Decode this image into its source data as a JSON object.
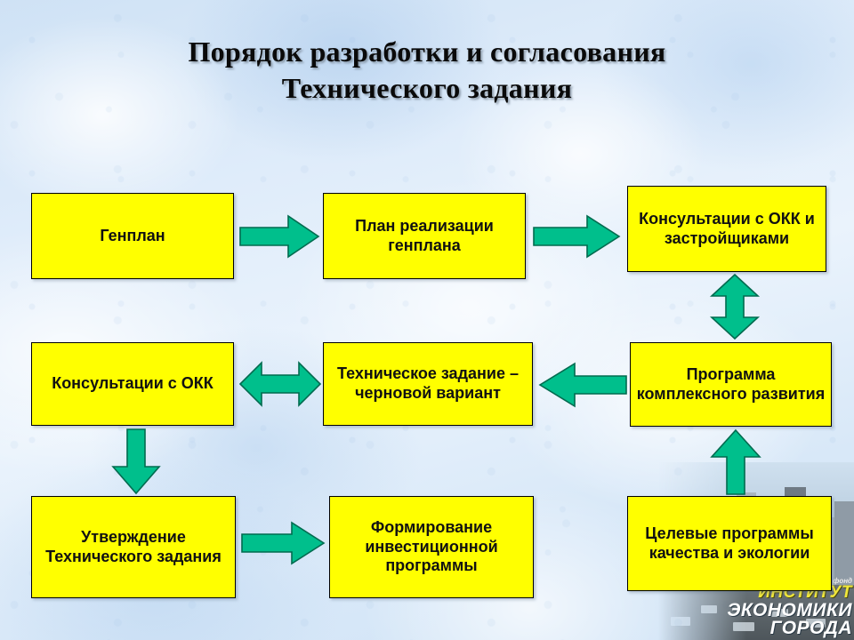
{
  "slide": {
    "title_line1": "Порядок разработки и согласования",
    "title_line2": "Технического задания",
    "background_color": "#dce9f7",
    "box_fill_color": "#ffff00",
    "box_border_color": "#000000",
    "arrow_color": "#00bf8c",
    "arrow_border_color": "#006b4f"
  },
  "diagram": {
    "boxes": [
      {
        "id": "genplan",
        "label": "Генплан"
      },
      {
        "id": "plan-realizacii",
        "label": "План реализации генплана"
      },
      {
        "id": "konsultacii-okk-zastr",
        "label": "Консультации с ОКК и застройщиками"
      },
      {
        "id": "konsultacii-okk",
        "label": "Консультации с ОКК"
      },
      {
        "id": "tz-chernovik",
        "label": "Техническое задание – черновой вариант"
      },
      {
        "id": "programma-razvitiya",
        "label": "Программа комплексного развития"
      },
      {
        "id": "utverzhdenie-tz",
        "label": "Утверждение Технического задания"
      },
      {
        "id": "formirovanie-programmy",
        "label": "Формирование инвестиционной программы"
      },
      {
        "id": "celevye-programmy",
        "label": "Целевые программы качества и экологии"
      }
    ],
    "arrows": [
      {
        "id": "genplan-to-plan",
        "from": "genplan",
        "to": "plan-realizacii",
        "direction": "right"
      },
      {
        "id": "plan-to-konsultacii",
        "from": "plan-realizacii",
        "to": "konsultacii-okk-zastr",
        "direction": "right"
      },
      {
        "id": "programma-to-konsultacii",
        "from": "programma-razvitiya",
        "to": "konsultacii-okk-zastr",
        "direction": "up-down"
      },
      {
        "id": "programma-to-tz",
        "from": "programma-razvitiya",
        "to": "tz-chernovik",
        "direction": "left"
      },
      {
        "id": "okk-to-tz",
        "from": "konsultacii-okk",
        "to": "tz-chernovik",
        "direction": "left-right"
      },
      {
        "id": "celevye-to-programma",
        "from": "celevye-programmy",
        "to": "programma-razvitiya",
        "direction": "up"
      },
      {
        "id": "okk-to-utverzhdenie",
        "from": "konsultacii-okk",
        "to": "utverzhdenie-tz",
        "direction": "down"
      },
      {
        "id": "utverzhdenie-to-formirovanie",
        "from": "utverzhdenie-tz",
        "to": "formirovanie-programmy",
        "direction": "right"
      }
    ]
  },
  "watermark": {
    "small_line": "фонд",
    "line1": "ИНСТИТУТ",
    "line2": "ЭКОНОМИКИ",
    "line3": "ГОРОДА"
  }
}
